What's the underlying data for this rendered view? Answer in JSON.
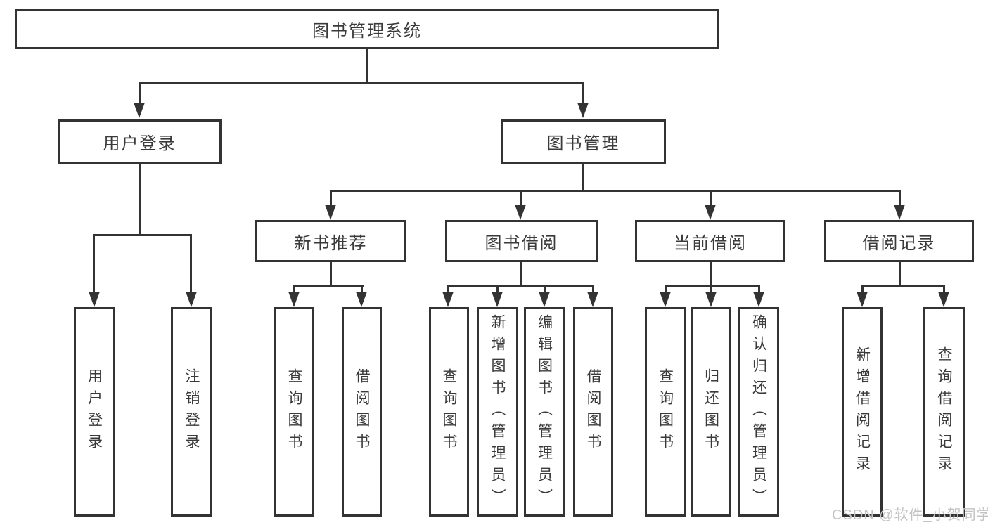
{
  "colors": {
    "line": "#333333",
    "text": "#3a3a3a",
    "background": "#ffffff",
    "watermark": "#c3c3c3"
  },
  "watermark": "CSDN @软件_小贺同学",
  "diagram": {
    "root": {
      "label": "图书管理系统"
    },
    "branches": [
      {
        "label": "用户登录",
        "children": [
          {
            "label": "用户登录"
          },
          {
            "label": "注销登录"
          }
        ]
      },
      {
        "label": "图书管理",
        "children": [
          {
            "label": "新书推荐",
            "children": [
              {
                "label": "查询图书"
              },
              {
                "label": "借阅图书"
              }
            ]
          },
          {
            "label": "图书借阅",
            "children": [
              {
                "label": "查询图书"
              },
              {
                "label": "新增图书（管理员）"
              },
              {
                "label": "编辑图书（管理员）"
              },
              {
                "label": "借阅图书"
              }
            ]
          },
          {
            "label": "当前借阅",
            "children": [
              {
                "label": "查询图书"
              },
              {
                "label": "归还图书"
              },
              {
                "label": "确认归还（管理员）"
              }
            ]
          },
          {
            "label": "借阅记录",
            "children": [
              {
                "label": "新增借阅记录"
              },
              {
                "label": "查询借阅记录"
              }
            ]
          }
        ]
      }
    ]
  }
}
